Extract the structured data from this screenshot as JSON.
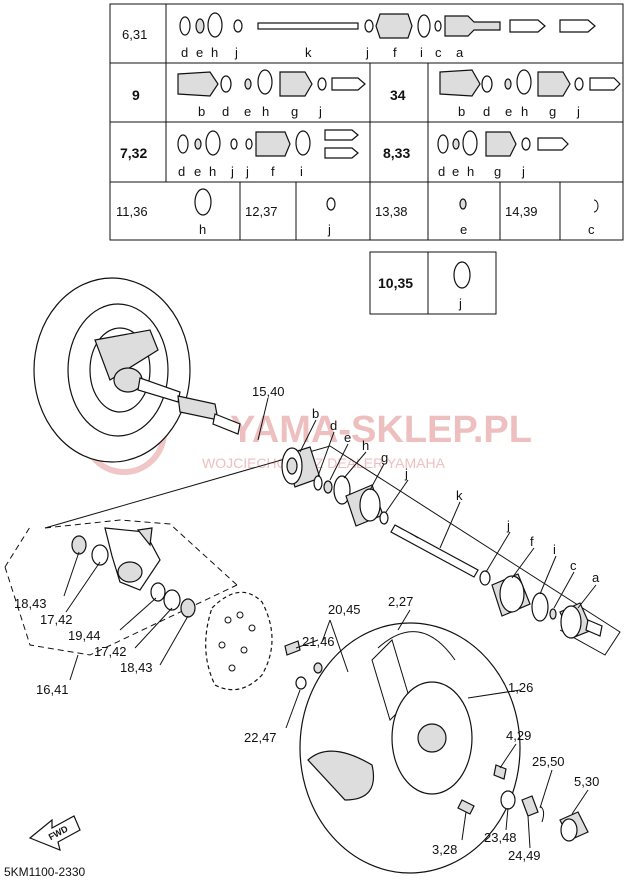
{
  "table": {
    "rows": [
      {
        "group": "6,31",
        "letters": [
          "d",
          "e",
          "h",
          "j",
          "k",
          "j",
          "f",
          "i",
          "c",
          "a"
        ]
      },
      {
        "group_left": "9",
        "letters_left": [
          "b",
          "d",
          "e",
          "h",
          "g",
          "j"
        ],
        "group_right": "34",
        "letters_right": [
          "b",
          "d",
          "e",
          "h",
          "g",
          "j"
        ]
      },
      {
        "group_left": "7,32",
        "letters_left": [
          "d",
          "e",
          "h",
          "j",
          "j",
          "f",
          "i"
        ],
        "group_right": "8,33",
        "letters_right": [
          "d",
          "e",
          "h",
          "g",
          "j"
        ]
      },
      {
        "cells": [
          {
            "group": "11,36",
            "letter": "h"
          },
          {
            "group": "12,37",
            "letter": "j"
          },
          {
            "group": "13,38",
            "letter": "e"
          },
          {
            "group": "14,39",
            "letter": "c"
          }
        ]
      }
    ],
    "extra": {
      "group": "10,35",
      "letter": "j"
    }
  },
  "watermark": {
    "title": "YAMA-SKLEP.PL",
    "subtitle": "WOJCIECHOWICZ DEALER YAMAHA"
  },
  "callouts": {
    "c15_40": "15,40",
    "b": "b",
    "d": "d",
    "e": "e",
    "h": "h",
    "g": "g",
    "j1": "j",
    "k": "k",
    "j2": "j",
    "f": "f",
    "i": "i",
    "c": "c",
    "a": "a",
    "c18_43a": "18,43",
    "c17_42a": "17,42",
    "c19_44": "19,44",
    "c17_42b": "17,42",
    "c18_43b": "18,43",
    "c16_41": "16,41",
    "c20_45": "20,45",
    "c21_46": "21,46",
    "c2_27": "2,27",
    "c1_26": "1,26",
    "c22_47": "22,47",
    "c4_29": "4,29",
    "c25_50": "25,50",
    "c5_30": "5,30",
    "c23_48": "23,48",
    "c3_28": "3,28",
    "c24_49": "24,49"
  },
  "fwd": "FWD",
  "part_code": "5KM1100-2330"
}
